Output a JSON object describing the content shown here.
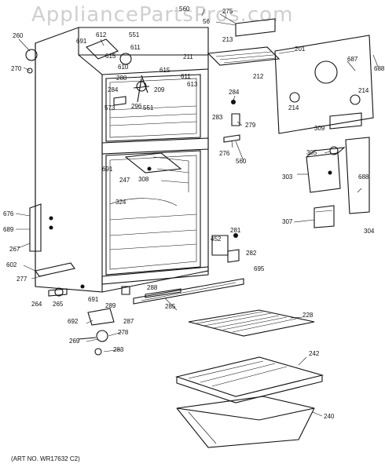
{
  "watermark": "AppliancePartsPros.com",
  "art_number": "(ART NO. WR17632 C2)",
  "labels": [
    "560",
    "275",
    "56",
    "213",
    "260",
    "270",
    "691",
    "612",
    "615",
    "551",
    "611",
    "610",
    "211",
    "615",
    "280",
    "611",
    "284",
    "209",
    "613",
    "573",
    "296",
    "551",
    "201",
    "687",
    "688",
    "212",
    "214",
    "214",
    "284",
    "283",
    "279",
    "309",
    "276",
    "560",
    "305",
    "303",
    "691",
    "308",
    "247",
    "688",
    "324",
    "676",
    "307",
    "689",
    "281",
    "304",
    "452",
    "267",
    "282",
    "602",
    "695",
    "277",
    "288",
    "691",
    "264",
    "265",
    "289",
    "285",
    "228",
    "692",
    "287",
    "278",
    "269",
    "283",
    "242",
    "240"
  ]
}
